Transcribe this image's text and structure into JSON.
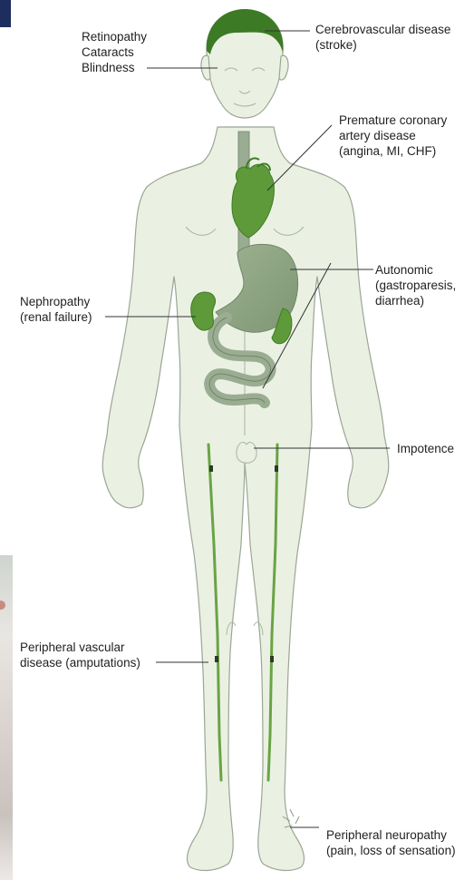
{
  "labels": {
    "stroke": "Cerebrovascular disease\n(stroke)",
    "eyes": "Retinopathy\nCataracts\nBlindness",
    "heart": "Premature coronary\nartery disease\n(angina, MI, CHF)",
    "autonomic": "Autonomic\n(gastroparesis,\ndiarrhea)",
    "kidney": "Nephropathy\n(renal failure)",
    "impotence": "Impotence",
    "vascular": "Peripheral vascular\ndisease (amputations)",
    "neuropathy": "Peripheral neuropathy\n(pain, loss of sensation)"
  },
  "colors": {
    "body_fill": "#eaf1e3",
    "body_outline": "#9aa693",
    "organ_green": "#5e9a3a",
    "organ_dark": "#3f7c23",
    "gut_grey": "#9aad92",
    "hair": "#3d7a26",
    "leader": "#333333"
  }
}
